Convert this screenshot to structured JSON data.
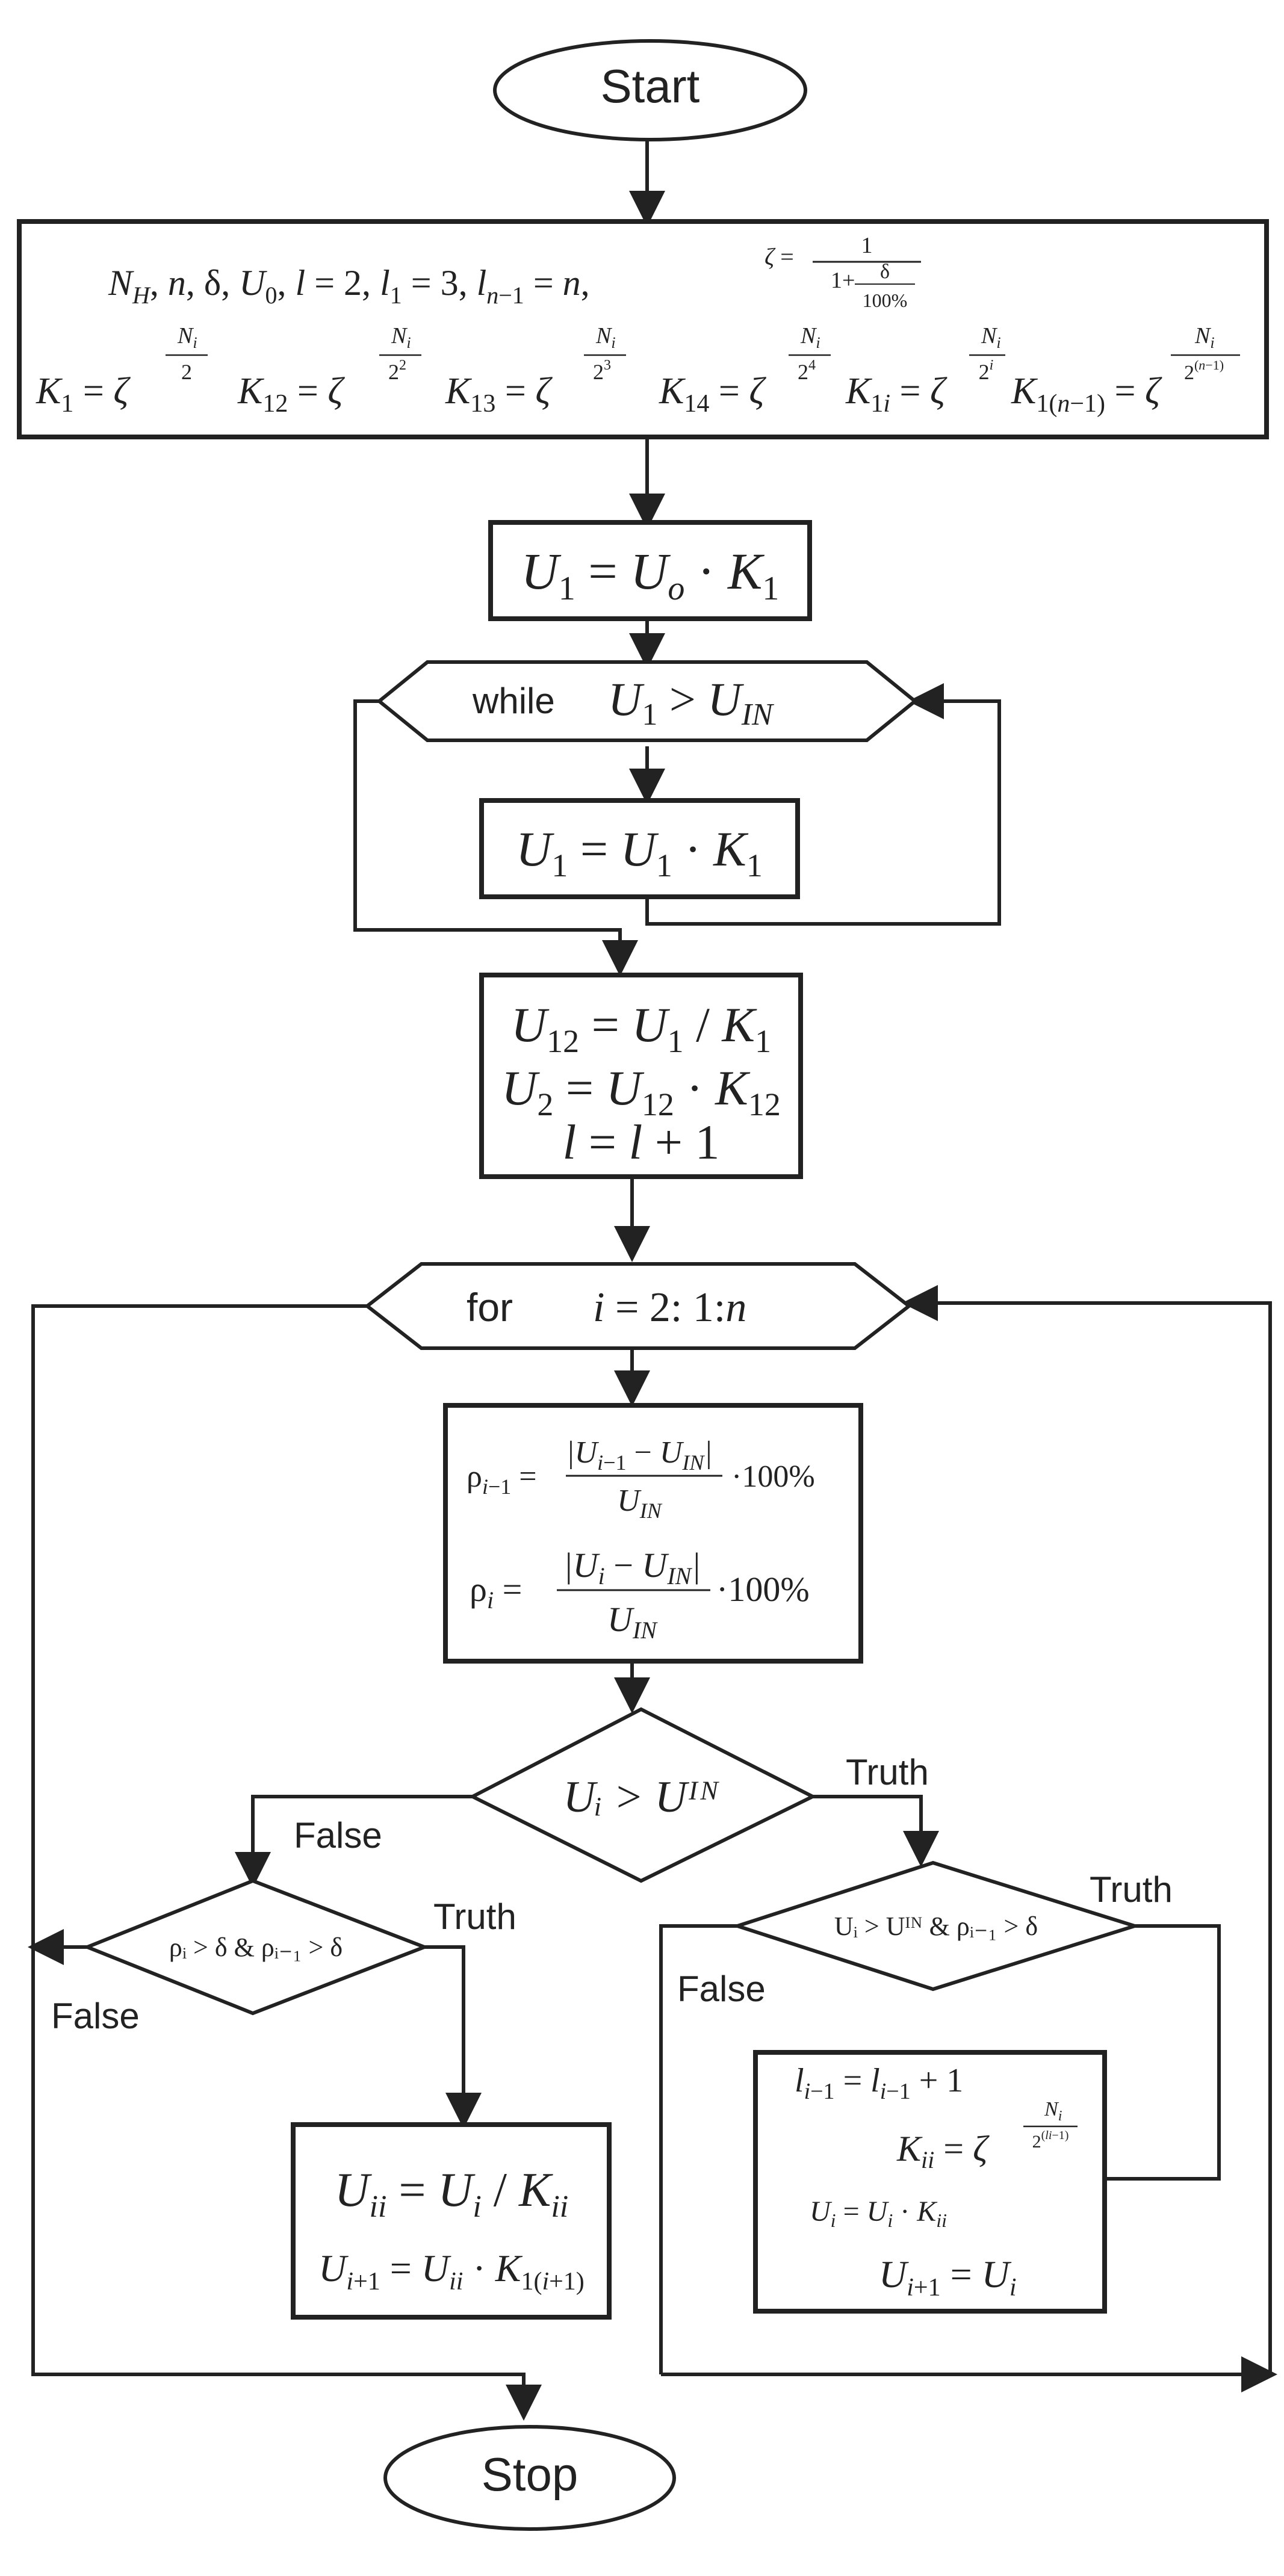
{
  "nodes": {
    "start": "Start",
    "stop": "Stop",
    "while_kw": "while",
    "for_kw": "for",
    "cond1": "Uᵢ > Uᴵᴺ",
    "cond2": "ρᵢ > δ & ρᵢ₋₁ > δ",
    "cond3": "Uᵢ > Uᴵᴺ & ρᵢ₋₁ > δ"
  },
  "labels": {
    "truth_main": "Truth",
    "false_main": "False",
    "truth_left": "Truth",
    "false_left": "False",
    "truth_right": "Truth",
    "false_right": "False"
  },
  "colors": {
    "stroke": "#222222",
    "fill": "#ffffff"
  }
}
